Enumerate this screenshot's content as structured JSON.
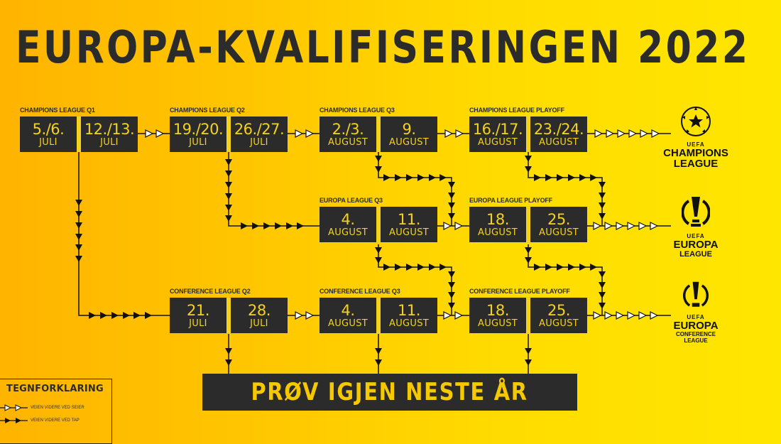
{
  "title": "EUROPA-KVALIFISERINGEN 2022",
  "colors": {
    "background_start": "#ffb400",
    "background_end": "#ffe600",
    "box": "#2b2b2b",
    "box_text": "#f5d21c",
    "line": "#111111"
  },
  "stages": {
    "cl_q1": {
      "label": "CHAMPIONS LEAGUE Q1",
      "legs": [
        {
          "day": "5./6.",
          "month": "JULI"
        },
        {
          "day": "12./13.",
          "month": "JULI"
        }
      ]
    },
    "cl_q2": {
      "label": "CHAMPIONS LEAGUE Q2",
      "legs": [
        {
          "day": "19./20.",
          "month": "JULI"
        },
        {
          "day": "26./27.",
          "month": "JULI"
        }
      ]
    },
    "cl_q3": {
      "label": "CHAMPIONS LEAGUE Q3",
      "legs": [
        {
          "day": "2./3.",
          "month": "AUGUST"
        },
        {
          "day": "9.",
          "month": "AUGUST"
        }
      ]
    },
    "cl_po": {
      "label": "CHAMPIONS LEAGUE PLAYOFF",
      "legs": [
        {
          "day": "16./17.",
          "month": "AUGUST"
        },
        {
          "day": "23./24.",
          "month": "AUGUST"
        }
      ]
    },
    "el_q3": {
      "label": "EUROPA LEAGUE Q3",
      "legs": [
        {
          "day": "4.",
          "month": "AUGUST"
        },
        {
          "day": "11.",
          "month": "AUGUST"
        }
      ]
    },
    "el_po": {
      "label": "EUROPA LEAGUE PLAYOFF",
      "legs": [
        {
          "day": "18.",
          "month": "AUGUST"
        },
        {
          "day": "25.",
          "month": "AUGUST"
        }
      ]
    },
    "ecl_q2": {
      "label": "CONFERENCE LEAGUE Q2",
      "legs": [
        {
          "day": "21.",
          "month": "JULI"
        },
        {
          "day": "28.",
          "month": "JULI"
        }
      ]
    },
    "ecl_q3": {
      "label": "CONFERENCE LEAGUE Q3",
      "legs": [
        {
          "day": "4.",
          "month": "AUGUST"
        },
        {
          "day": "11.",
          "month": "AUGUST"
        }
      ]
    },
    "ecl_po": {
      "label": "CONFERENCE LEAGUE PLAYOFF",
      "legs": [
        {
          "day": "18.",
          "month": "AUGUST"
        },
        {
          "day": "25.",
          "month": "AUGUST"
        }
      ]
    }
  },
  "logos": {
    "ucl": {
      "uefa": "UEFA",
      "line1": "CHAMPIONS",
      "line2": "LEAGUE"
    },
    "uel": {
      "uefa": "UEFA",
      "line1": "EUROPA",
      "line2": "LEAGUE"
    },
    "uecl": {
      "uefa": "UEFA",
      "line1": "EUROPA",
      "line2": "CONFERENCE",
      "line3": "LEAGUE"
    }
  },
  "retry_banner": "PRØV IGJEN NESTE ÅR",
  "legend": {
    "title": "TEGNFORKLARING",
    "items": [
      {
        "icon": "hollow-arrow-icon",
        "label": "VEIEN VIDERE VED SEIER"
      },
      {
        "icon": "solid-arrow-icon",
        "label": "VEIEN VIDERE VED TAP"
      }
    ]
  }
}
